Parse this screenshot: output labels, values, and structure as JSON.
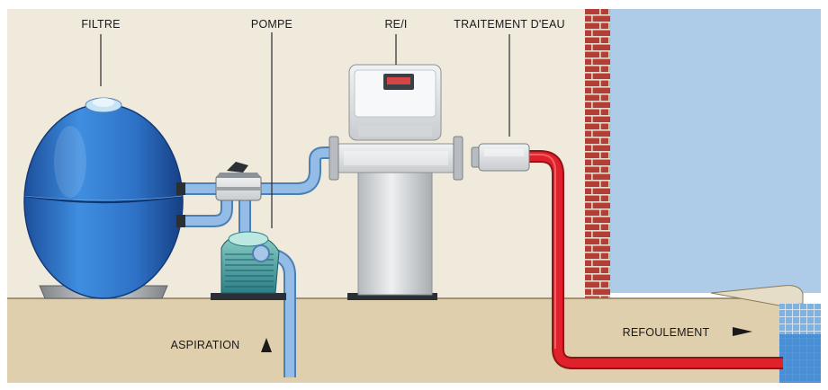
{
  "labels": {
    "filter": "FILTRE",
    "pump": "POMPE",
    "regulator": "RE/I",
    "treatment": "TRAITEMENT D'EAU",
    "suction": "ASPIRATION",
    "discharge": "REFOULEMENT"
  },
  "colors": {
    "wall_background": "#efeadb",
    "ground": "#dfcfac",
    "pool_water": "#aecbe8",
    "brick": "#b8413a",
    "return_pipe": "#e0202a",
    "supply_pipe": "#8ab4dc",
    "filter_body": "#2a6fc4",
    "equipment_grey": "#cfd2d4"
  }
}
